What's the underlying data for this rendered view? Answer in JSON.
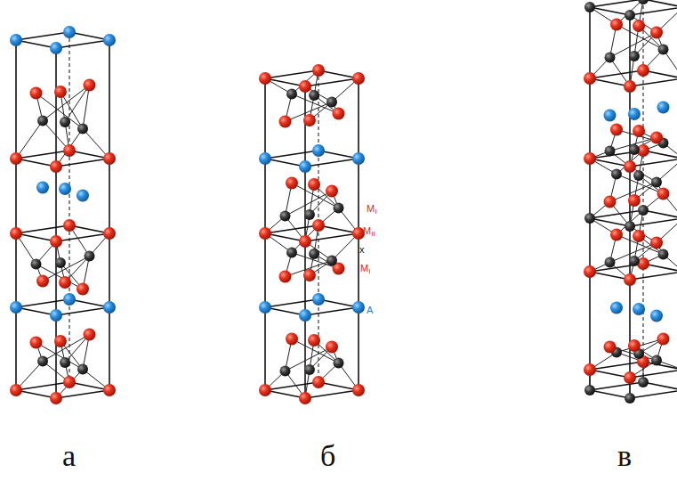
{
  "diagram": {
    "labels": [
      "MI",
      "MII",
      "x",
      "MI",
      "A",
      "а",
      "б",
      "в"
    ]
  }
}
